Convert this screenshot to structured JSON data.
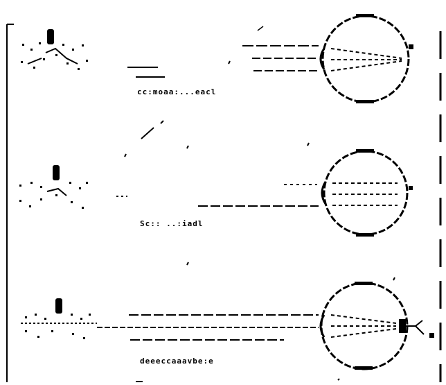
{
  "panels": [
    {
      "caption": "cc:moaa:...eacl"
    },
    {
      "caption": "Sc:: ..:iadl"
    },
    {
      "caption": "deeeccaaavbe:e"
    }
  ],
  "colors": {
    "ink": "#000000",
    "paper": "#ffffff"
  }
}
